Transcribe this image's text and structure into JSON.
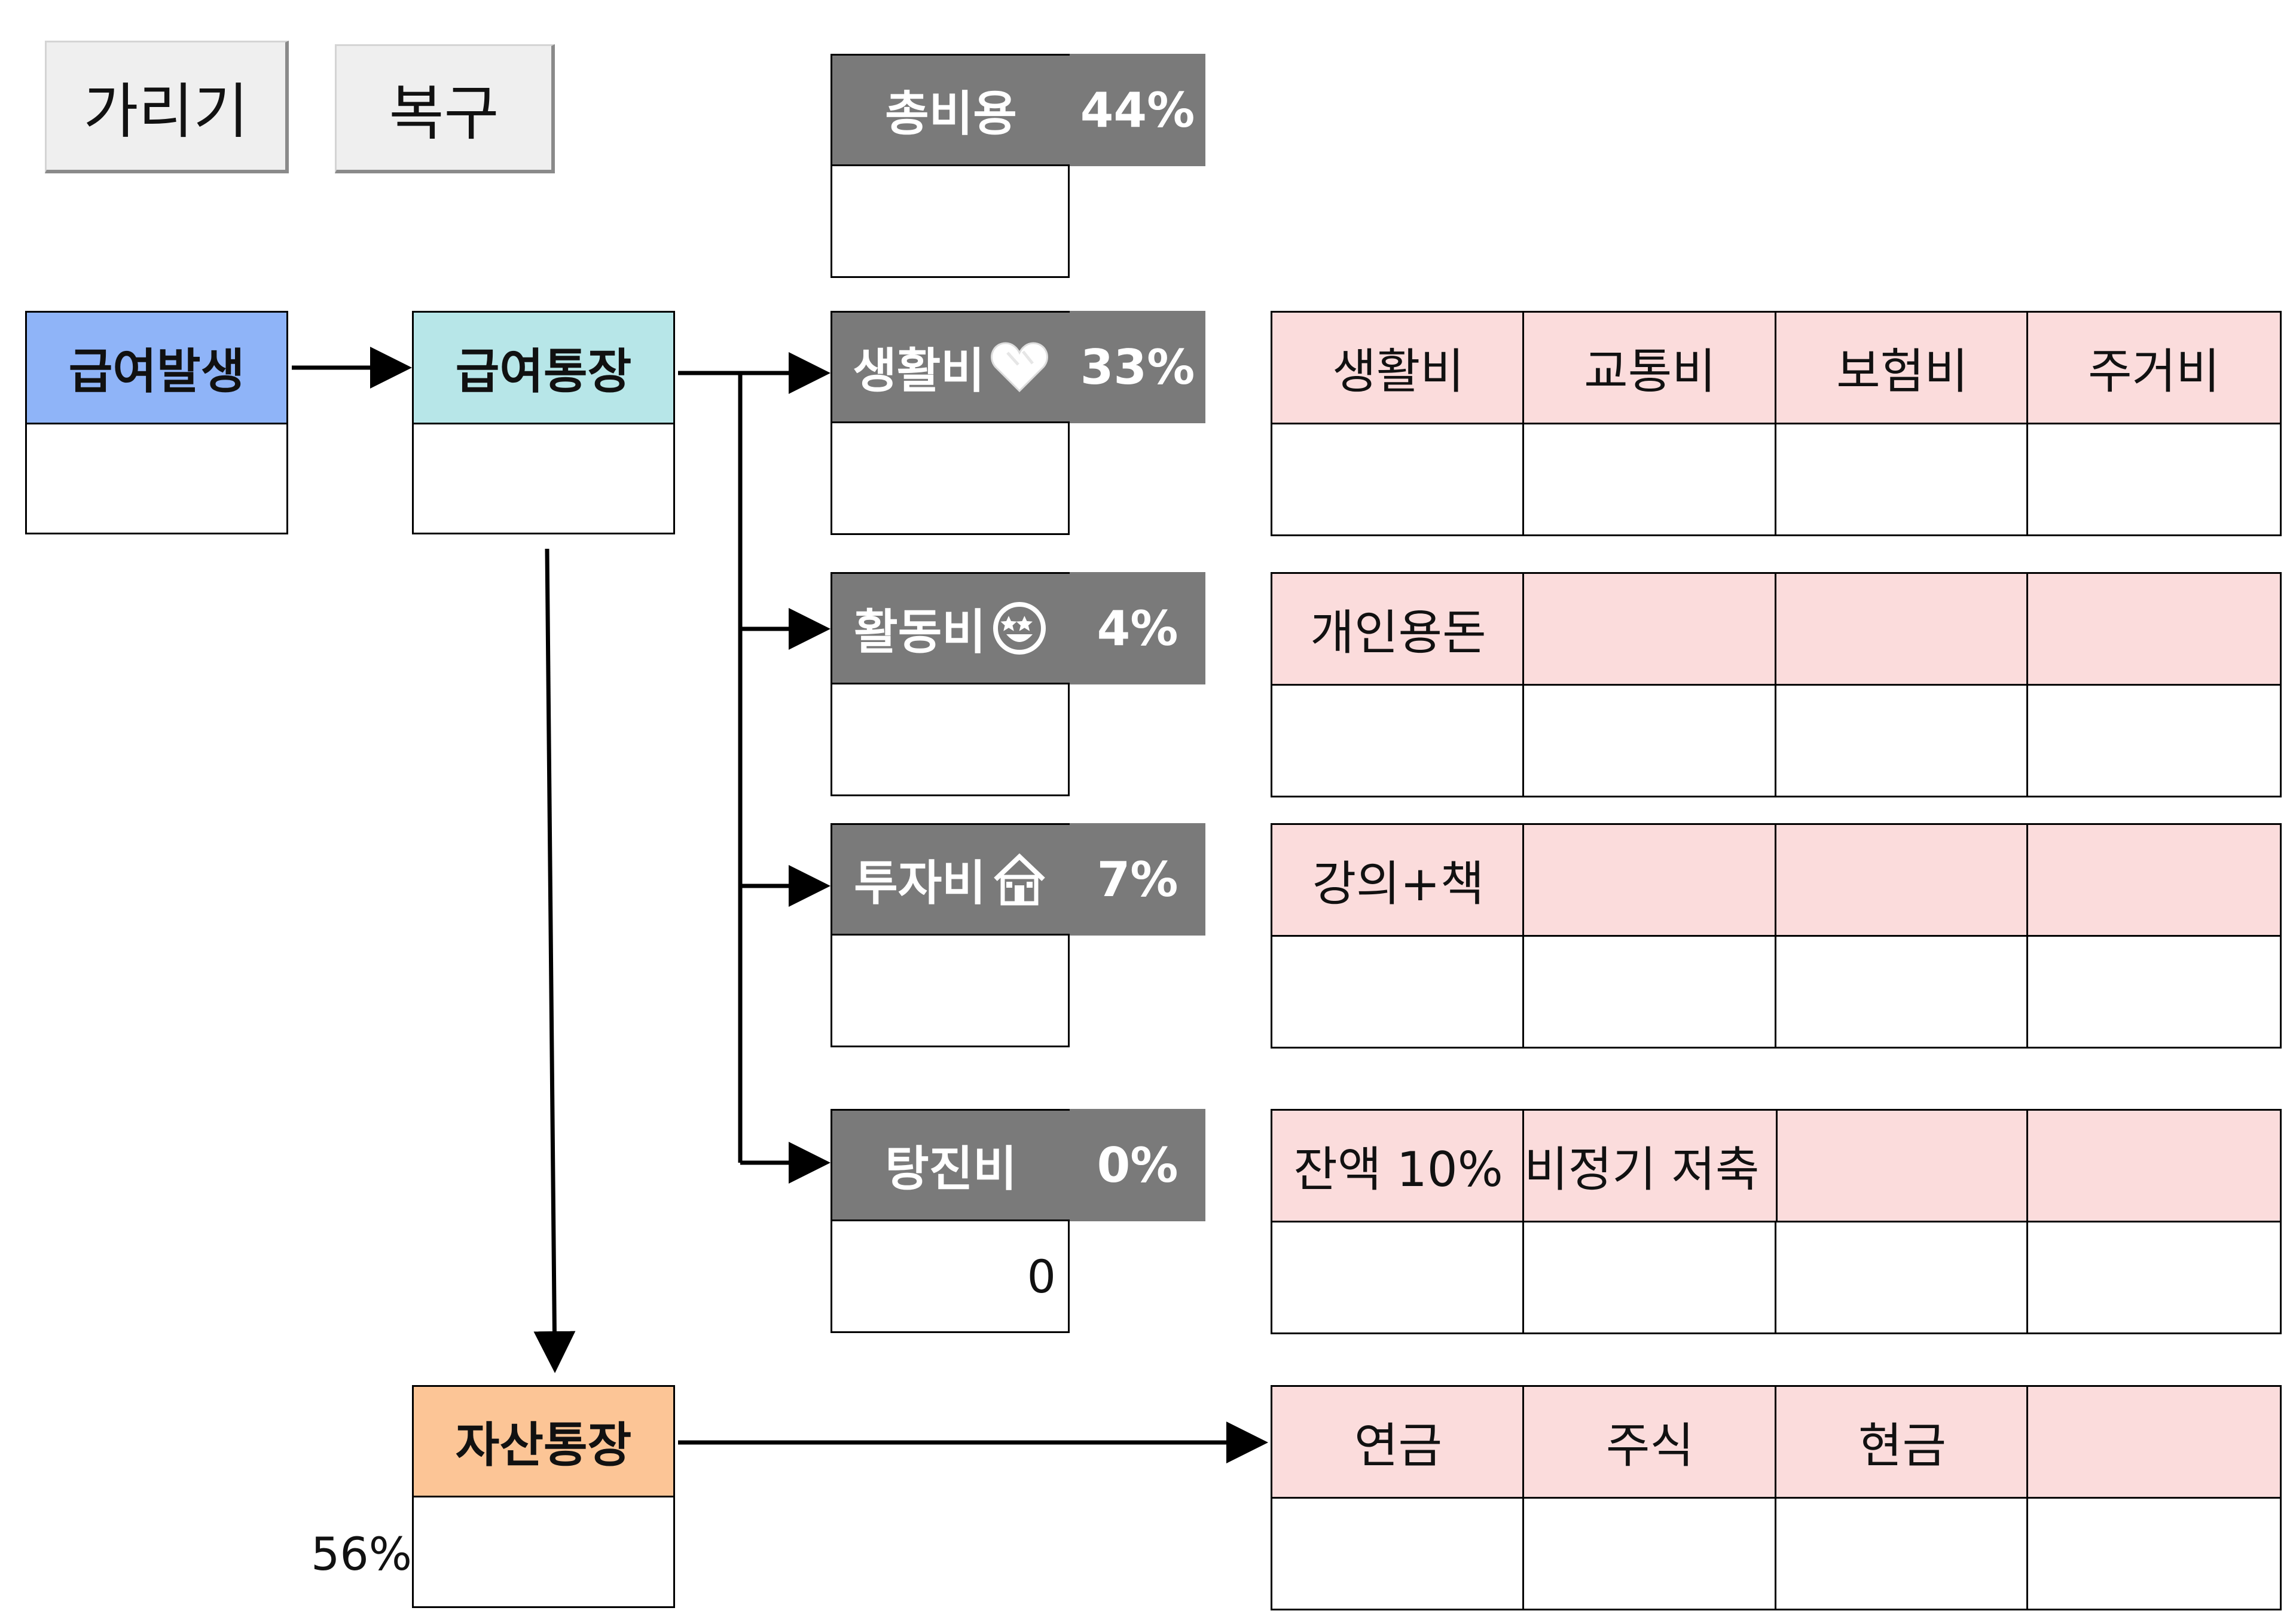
{
  "buttons": {
    "hide": "가리기",
    "restore": "복구"
  },
  "flow": {
    "salary_occurrence": "급여발생",
    "salary_account": "급여통장",
    "asset_account": "자산통장",
    "asset_pct": "56%"
  },
  "categories": {
    "total": {
      "label": "총비용",
      "pct": "44%",
      "value": ""
    },
    "living": {
      "label": "생활비",
      "pct": "33%",
      "icon": "heart-icon",
      "value": ""
    },
    "activity": {
      "label": "활동비",
      "pct": "4%",
      "icon": "star-struck-face-icon",
      "value": ""
    },
    "invest": {
      "label": "투자비",
      "pct": "7%",
      "icon": "house-icon",
      "value": ""
    },
    "spend": {
      "label": "탕진비",
      "pct": "0%",
      "value": "0"
    }
  },
  "detail_rows": {
    "living": [
      "생활비",
      "교통비",
      "보험비",
      "주거비"
    ],
    "activity": [
      "개인용돈",
      "",
      "",
      ""
    ],
    "invest": [
      "강의+책",
      "",
      "",
      ""
    ],
    "spend": [
      "잔액 10%",
      "비정기 저축",
      "",
      ""
    ],
    "asset": [
      "연금",
      "주식",
      "현금",
      ""
    ]
  },
  "colors": {
    "blue_header": "#8fb4f8",
    "cyan_header": "#b7e6e8",
    "orange_header": "#fcc596",
    "dark_header": "#7a7a7a",
    "pink_cell": "#fbdcdc"
  }
}
